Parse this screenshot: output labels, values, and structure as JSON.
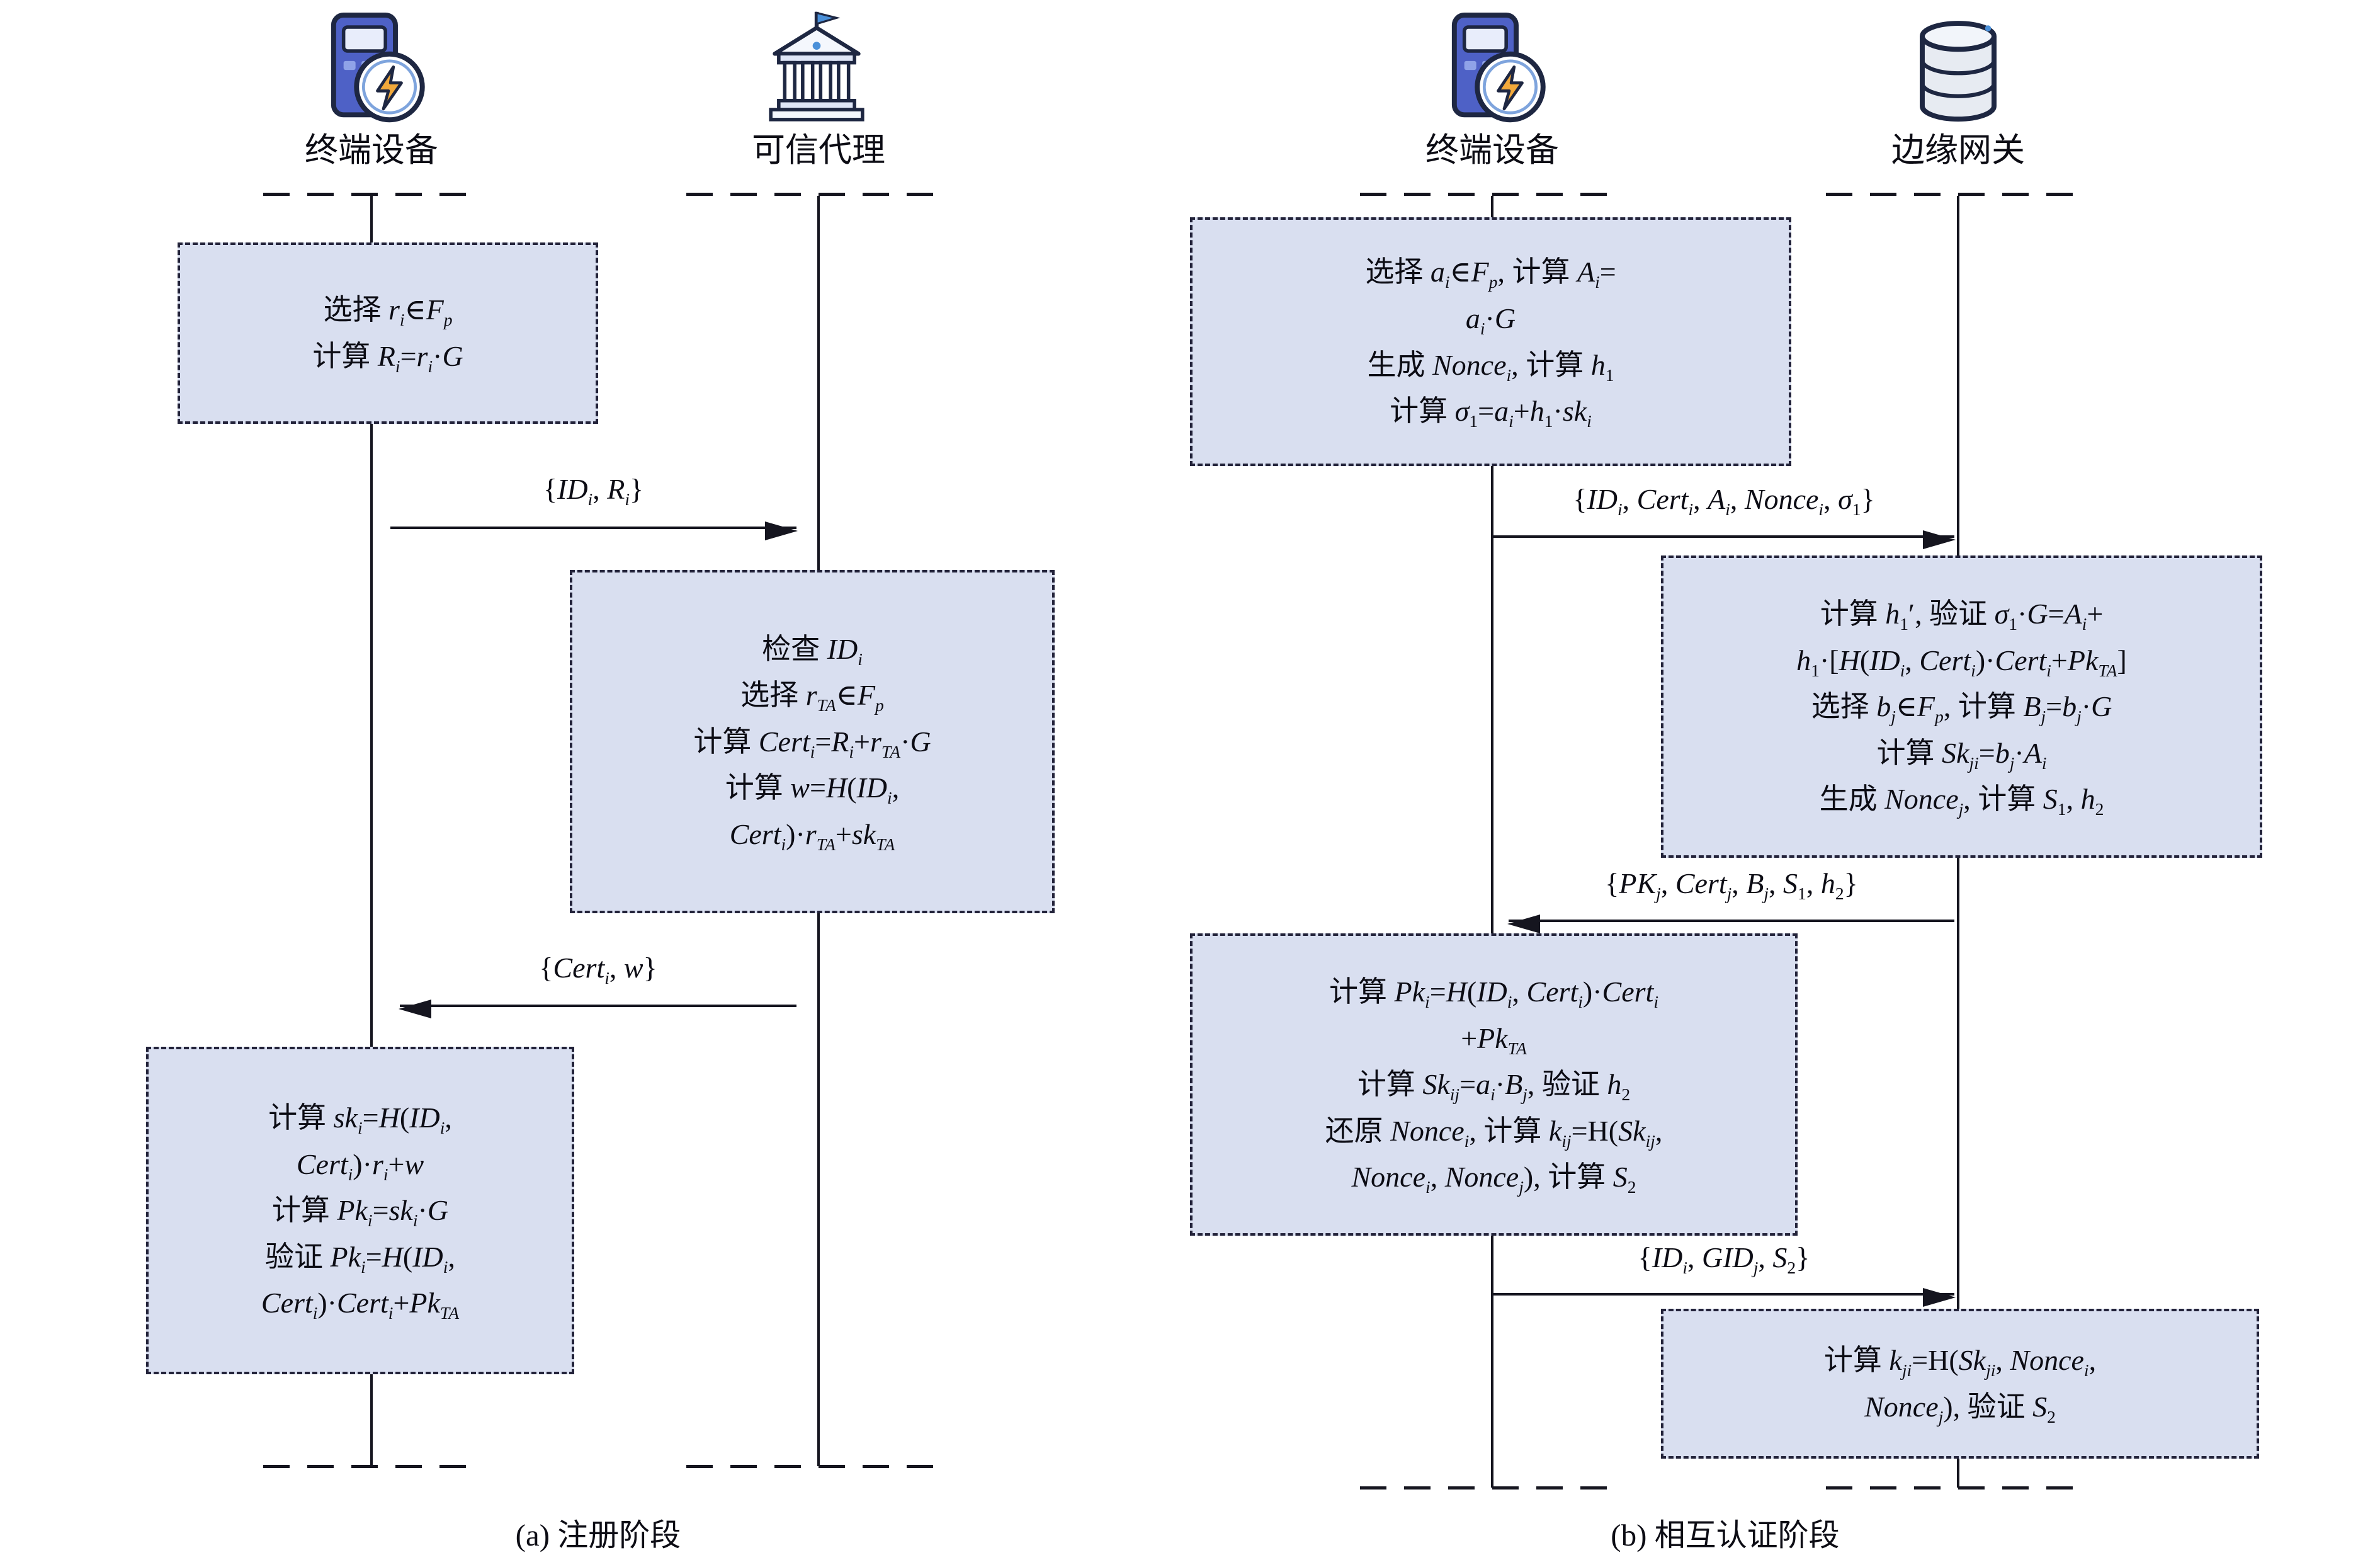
{
  "colors": {
    "box_fill": "#d9dff0",
    "box_border": "#23233a",
    "line_color": "#15151f",
    "text_color": "#0c0c14",
    "device_blue": "#4e61c6",
    "accent_blue": "#4a90d9",
    "bolt_orange": "#f2a93b",
    "icon_outline": "#1e2742"
  },
  "icons": {
    "terminal_device": "smart-meter-icon",
    "trusted_agent": "bank-icon",
    "edge_gateway": "database-icon"
  },
  "panel_a": {
    "caption": "(a) 注册阶段",
    "actors": [
      {
        "label": "终端设备",
        "icon": "smart-meter-icon"
      },
      {
        "label": "可信代理",
        "icon": "bank-icon"
      }
    ],
    "boxes": [
      {
        "lines": [
          "选择 <i>r<sub>i</sub></i>∈<i>F<sub>p</sub></i>",
          "计算 <i>R<sub>i</sub></i>=<i>r<sub>i</sub></i>·<i>G</i>"
        ]
      },
      {
        "lines": [
          "检查 <i>ID<sub>i</sub></i>",
          "选择 <i>r<sub>TA</sub></i>∈<i>F<sub>p</sub></i>",
          "计算 <i>Cert<sub>i</sub></i>=<i>R<sub>i</sub></i>+<i>r<sub>TA</sub></i>·<i>G</i>",
          "计算 <i>w</i>=<i>H</i>(<i>ID<sub>i</sub></i>,",
          "<i>Cert<sub>i</sub></i>)·<i>r<sub>TA</sub></i>+<i>sk<sub>TA</sub></i>"
        ]
      },
      {
        "lines": [
          "计算 <i>sk<sub>i</sub></i>=<i>H</i>(<i>ID<sub>i</sub></i>,",
          "<i>Cert<sub>i</sub></i>)·<i>r<sub>i</sub></i>+<i>w</i>",
          "计算 <i>Pk<sub>i</sub></i>=<i>sk<sub>i</sub></i>·<i>G</i>",
          "验证 <i>Pk<sub>i</sub></i>=<i>H</i>(<i>ID<sub>i</sub></i>,",
          "<i>Cert<sub>i</sub></i>)·<i>Cert<sub>i</sub></i>+<i>Pk<sub>TA</sub></i>"
        ]
      }
    ],
    "messages": [
      {
        "label": "{<i>ID<sub>i</sub></i>, <i>R<sub>i</sub></i>}",
        "direction": "right"
      },
      {
        "label": "{<i>Cert<sub>i</sub></i>, <i>w</i>}",
        "direction": "left"
      }
    ]
  },
  "panel_b": {
    "caption": "(b) 相互认证阶段",
    "actors": [
      {
        "label": "终端设备",
        "icon": "smart-meter-icon"
      },
      {
        "label": "边缘网关",
        "icon": "database-icon"
      }
    ],
    "boxes": [
      {
        "lines": [
          "选择 <i>a<sub>i</sub></i>∈<i>F<sub>p</sub></i>, 计算 <i>A<sub>i</sub></i>=",
          "<i>a<sub>i</sub></i>·<i>G</i>",
          "生成 <i>Nonce<sub>i</sub></i>, 计算 <i>h</i><sub>1</sub>",
          "计算 <i>σ</i><sub>1</sub>=<i>a<sub>i</sub></i>+<i>h</i><sub>1</sub>·<i>sk<sub>i</sub></i>"
        ]
      },
      {
        "lines": [
          "计算 <i>h</i><sub>1</sub>′, 验证 <i>σ</i><sub>1</sub>·<i>G</i>=<i>A<sub>i</sub></i>+",
          "<i>h</i><sub>1</sub>·[<i>H</i>(<i>ID<sub>i</sub></i>, <i>Cert<sub>i</sub></i>)·<i>Cert<sub>i</sub></i>+<i>Pk<sub>TA</sub></i>]",
          "选择 <i>b<sub>j</sub></i>∈<i>F<sub>p</sub></i>, 计算 <i>B<sub>j</sub></i>=<i>b<sub>j</sub></i>·<i>G</i>",
          "计算 <i>Sk<sub>ji</sub></i>=<i>b<sub>j</sub></i>·<i>A<sub>i</sub></i>",
          "生成 <i>Nonce<sub>j</sub></i>, 计算 <i>S</i><sub>1</sub>, <i>h</i><sub>2</sub>"
        ]
      },
      {
        "lines": [
          "计算 <i>Pk<sub>i</sub></i>=<i>H</i>(<i>ID<sub>i</sub></i>, <i>Cert<sub>i</sub></i>)·<i>Cert<sub>i</sub></i>",
          "+<i>Pk<sub>TA</sub></i>",
          "计算 <i>Sk<sub>ij</sub></i>=<i>a<sub>i</sub></i>·<i>B<sub>j</sub></i>, 验证 <i>h</i><sub>2</sub>",
          "还原 <i>Nonce<sub>i</sub></i>, 计算 <i>k<sub>ij</sub></i>=H(<i>Sk<sub>ij</sub></i>,",
          "<i>Nonce<sub>i</sub></i>, <i>Nonce<sub>j</sub></i>), 计算 <i>S</i><sub>2</sub>"
        ]
      },
      {
        "lines": [
          "计算 <i>k<sub>ji</sub></i>=H(<i>Sk<sub>ji</sub></i>, <i>Nonce<sub>i</sub></i>,",
          "<i>Nonce<sub>j</sub></i>), 验证 <i>S</i><sub>2</sub>"
        ]
      }
    ],
    "messages": [
      {
        "label": "{<i>ID<sub>i</sub></i>, <i>Cert<sub>i</sub></i>, <i>A<sub>i</sub></i>, <i>Nonce<sub>i</sub></i>, <i>σ</i><sub>1</sub>}",
        "direction": "right"
      },
      {
        "label": "{<i>PK<sub>j</sub></i>, <i>Cert<sub>j</sub></i>, <i>B<sub>j</sub></i>, <i>S</i><sub>1</sub>, <i>h</i><sub>2</sub>}",
        "direction": "left"
      },
      {
        "label": "{<i>ID<sub>i</sub></i>, <i>GID<sub>j</sub></i>, <i>S</i><sub>2</sub>}",
        "direction": "right"
      }
    ]
  }
}
